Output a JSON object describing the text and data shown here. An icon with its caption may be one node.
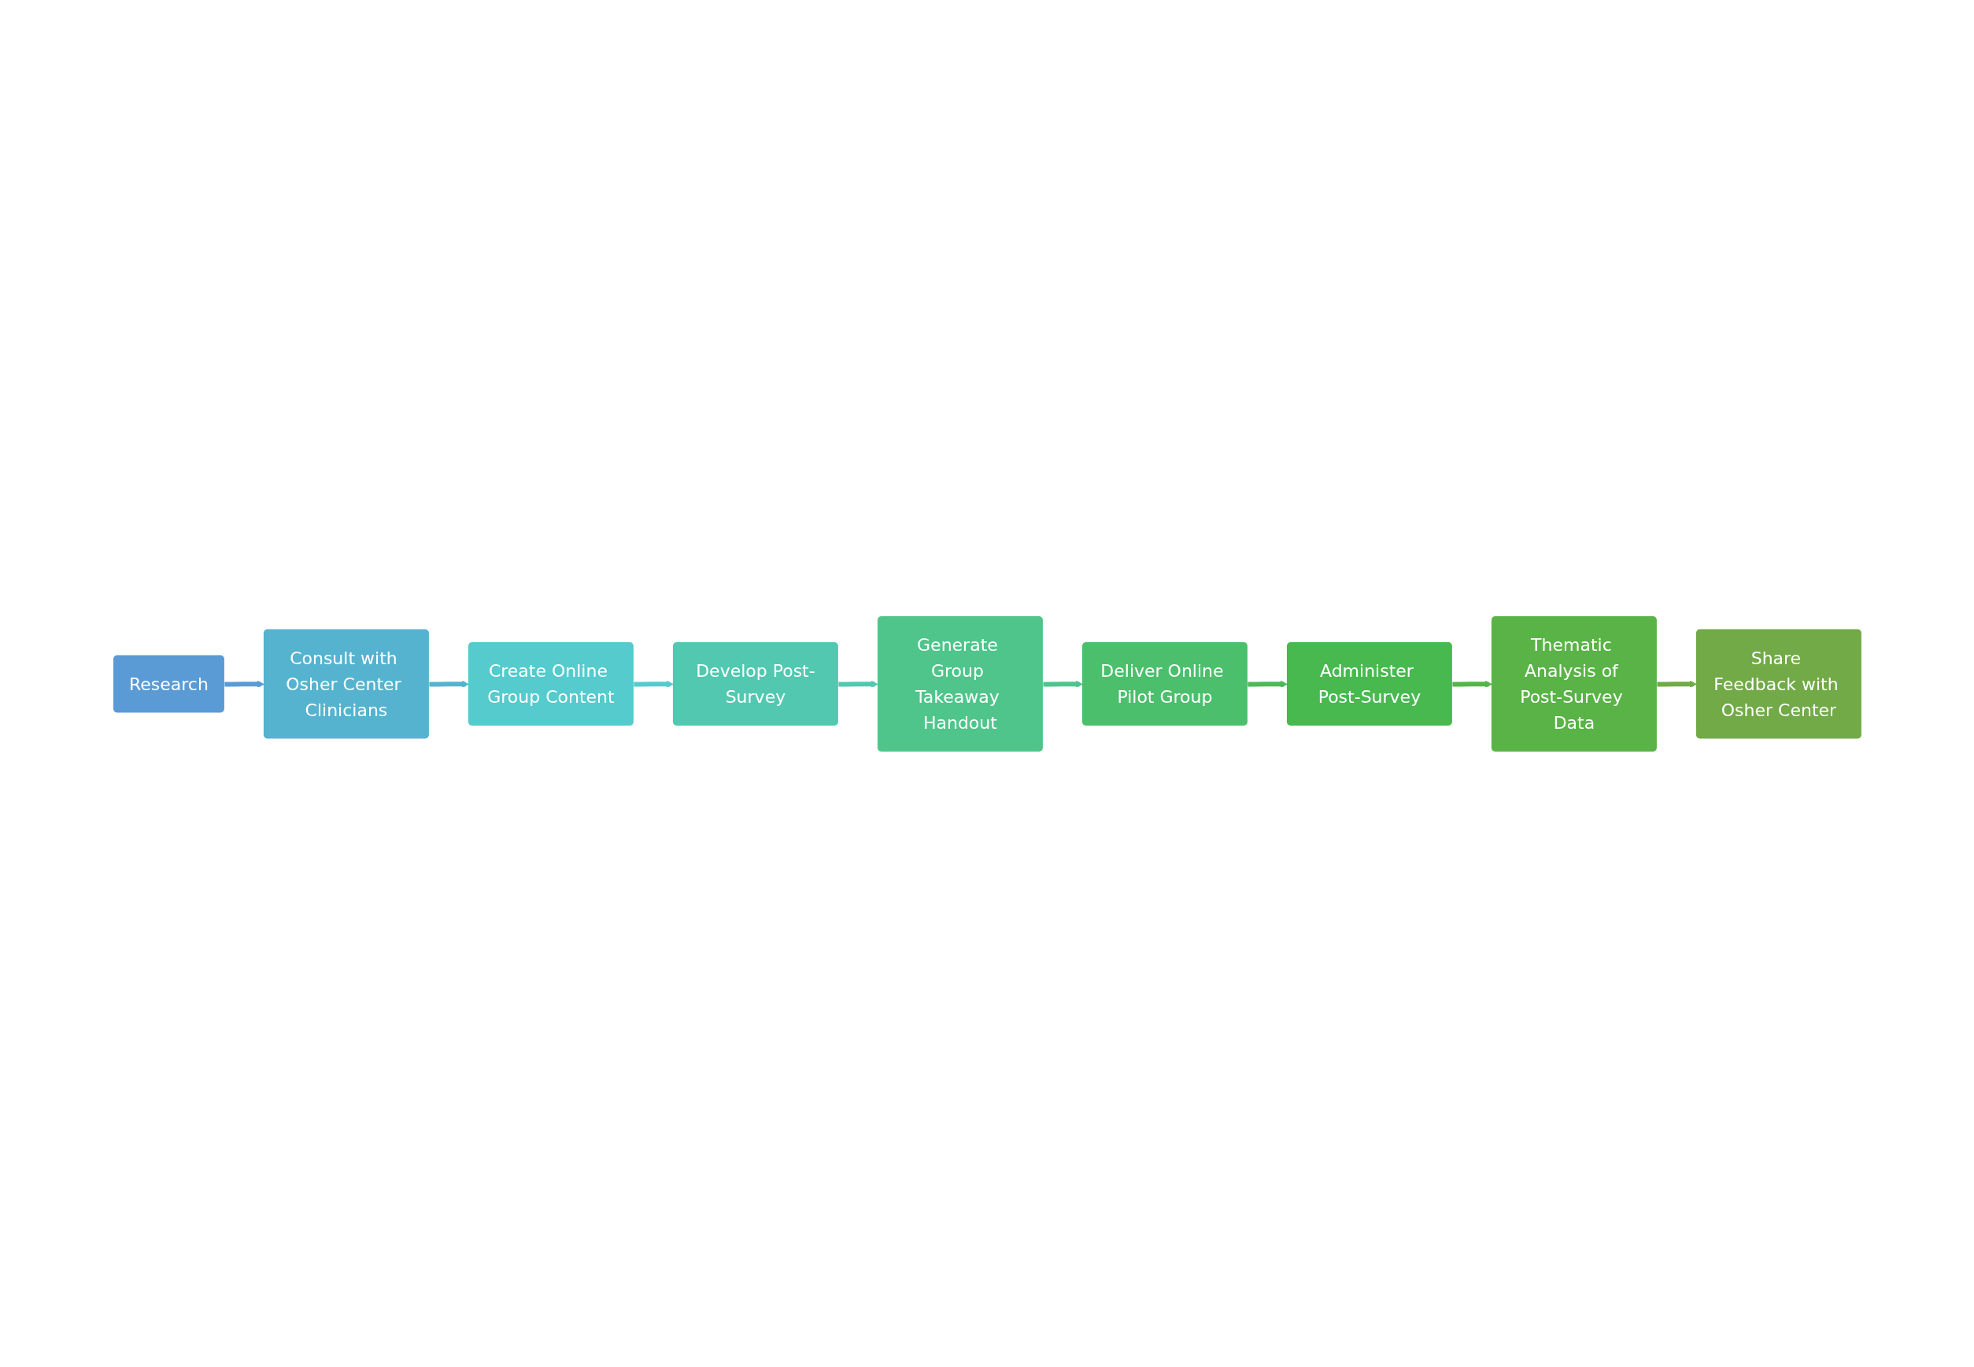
{
  "diagram": {
    "nodes": [
      {
        "text": [
          "Research"
        ]
      },
      {
        "text": [
          "Consult with Osher Center Clinicians"
        ]
      },
      {
        "text": [
          "Create Online Group Content"
        ]
      },
      {
        "text": [
          "Deliver Online Pilot Group"
        ]
      },
      {
        "text": [
          "Generate Group Takeaway Handout"
        ]
      },
      {
        "text": [
          "Develop Post-Survey"
        ]
      },
      {
        "text": [
          "Administer Post-Survey"
        ]
      },
      {
        "text": [
          "Thematic Analysis of Post-Survey Data"
        ]
      },
      {
        "text": [
          "Share Feedback with Osher Center"
        ]
      }
    ],
    "edges": [
      {
        "from": 0,
        "to": 1,
        "arrow": "to",
        "color": "#5b9bd5"
      },
      {
        "from": 1,
        "to": 2,
        "arrow": "to",
        "color": "#56b3d0"
      },
      {
        "from": 2,
        "to": 5,
        "arrow": "to",
        "color": "#55cbcd"
      },
      {
        "from": 5,
        "to": 4,
        "arrow": "to",
        "color": "#52c8b0"
      },
      {
        "from": 4,
        "to": 3,
        "arrow": "to",
        "color": "#4fc58b"
      },
      {
        "from": 3,
        "to": 6,
        "arrow": "to",
        "color": "#4cb95a"
      },
      {
        "from": 6,
        "to": 7,
        "arrow": "to",
        "color": "#52b648"
      },
      {
        "from": 7,
        "to": 8,
        "arrow": "to",
        "color": "#6fab46"
      }
    ]
  }
}
